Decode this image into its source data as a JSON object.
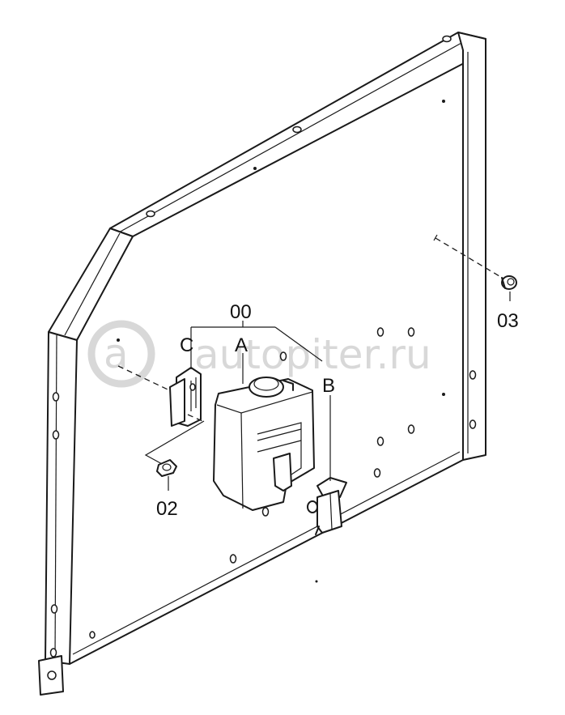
{
  "callouts": {
    "assembly": "00",
    "tank": "A",
    "pump": "B",
    "bracket": "C",
    "bolt": "02",
    "grommet": "03"
  },
  "watermark": {
    "text": "autopiter.ru"
  }
}
